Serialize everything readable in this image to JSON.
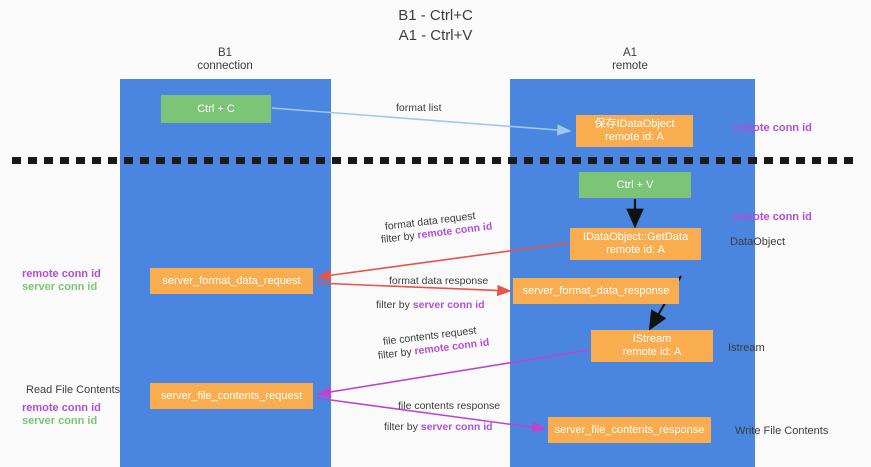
{
  "title": {
    "line1": "B1 - Ctrl+C",
    "line2": "A1 - Ctrl+V"
  },
  "lanes": [
    {
      "name": "b1",
      "title": "B1",
      "subtitle": "connection",
      "color": "#4a86e0"
    },
    {
      "name": "a1",
      "title": "A1",
      "subtitle": "remote",
      "color": "#4a86e0"
    }
  ],
  "colors": {
    "lane": "#4a86e0",
    "green_box": "#7cc576",
    "orange_box": "#f9ad4e",
    "purple_text": "#b14fd8",
    "green_text": "#7cc576",
    "red_arrow": "#e8534a",
    "magenta_arrow": "#bb45d0",
    "blue_arrow": "#9ec8ef",
    "black_arrow": "#000000",
    "background": "#fafafa"
  },
  "boxes": {
    "ctrl_c": {
      "line1": "Ctrl + C",
      "line2": "",
      "type": "green"
    },
    "idataobject": {
      "line1": "保存IDataObject",
      "line2": "remote id: A",
      "type": "orange"
    },
    "ctrl_v": {
      "line1": "Ctrl + V",
      "line2": "",
      "type": "green"
    },
    "getdata": {
      "line1": "IDataObject::GetData",
      "line2": "remote id: A",
      "type": "orange"
    },
    "server_format_data_request": {
      "line1": "server_format_data_request",
      "line2": "",
      "type": "orange"
    },
    "server_format_data_response": {
      "line1": "server_format_data_response",
      "line2": "",
      "type": "orange"
    },
    "istream": {
      "line1": "IStream",
      "line2": "remote id: A",
      "type": "orange"
    },
    "server_file_contents_request": {
      "line1": "server_file_contents_request",
      "line2": "",
      "type": "orange"
    },
    "server_file_contents_response": {
      "line1": "server_file_contents_response",
      "line2": "",
      "type": "orange"
    }
  },
  "flow_labels": {
    "format_list": "format list",
    "format_data_request": "format data request",
    "format_data_request_filter_prefix": "filter by ",
    "format_data_request_filter_key": "remote conn id",
    "format_data_response": "format data response",
    "format_data_response_filter_prefix": "filter by ",
    "format_data_response_filter_key": "server conn id",
    "file_contents_request": "file contents request",
    "file_contents_request_filter_prefix": "filter by ",
    "file_contents_request_filter_key": "remote conn id",
    "file_contents_response": "file contents response",
    "file_contents_response_filter_prefix": "filter by ",
    "file_contents_response_filter_key": "server conn id"
  },
  "side_labels": {
    "remote_conn_id_top": "remote conn id",
    "remote_conn_id_mid": "remote conn id",
    "dataobject": "DataObject",
    "istream": "Istream",
    "write_file_contents": "Write File Contents",
    "read_file_contents": "Read File Contents",
    "left_remote_conn_id": "remote conn id",
    "left_server_conn_id": "server conn id",
    "left_remote_conn_id_2": "remote conn id",
    "left_server_conn_id_2": "server conn id"
  }
}
